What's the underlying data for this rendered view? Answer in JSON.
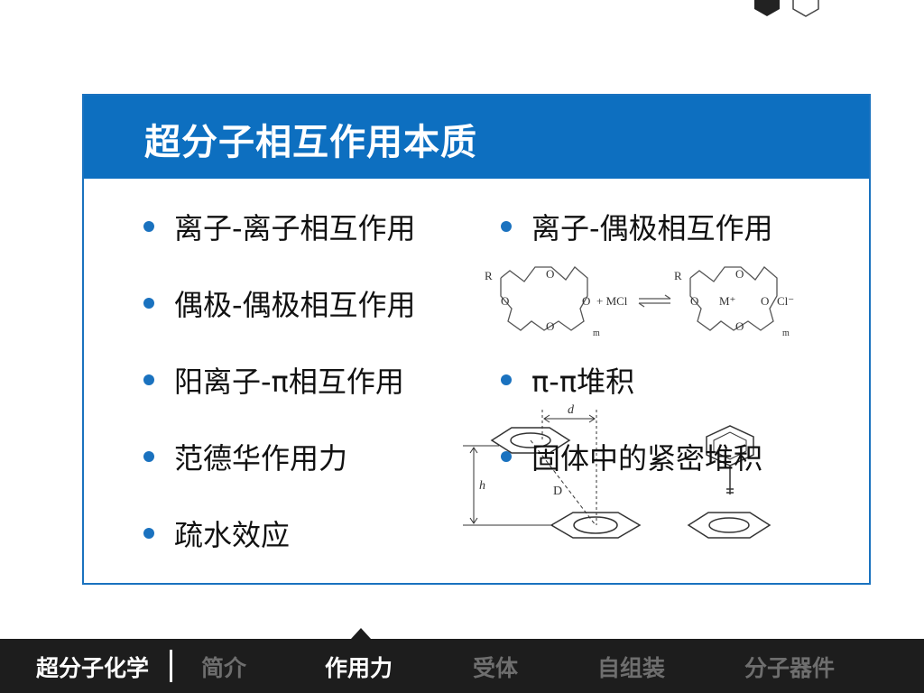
{
  "slide": {
    "title": "超分子相互作用本质"
  },
  "left_items": [
    "离子-离子相互作用",
    "偶极-偶极相互作用",
    "阳离子-π相互作用",
    "范德华作用力",
    "疏水效应"
  ],
  "right_items": [
    "离子-偶极相互作用",
    "π-π堆积",
    "固体中的紧密堆积"
  ],
  "crown_figure": {
    "r_left": "R",
    "r_right": "R",
    "o_label": "O",
    "reagent": "+ MCl",
    "metal": "M⁺",
    "chloride": "Cl⁻",
    "subscript": "m"
  },
  "stacking_figure": {
    "label_d": "d",
    "label_h": "h",
    "label_D": "D"
  },
  "nav": {
    "brand": "超分子化学",
    "items": [
      {
        "label": "简介",
        "active": false
      },
      {
        "label": "作用力",
        "active": true
      },
      {
        "label": "受体",
        "active": false
      },
      {
        "label": "自组装",
        "active": false
      },
      {
        "label": "分子器件",
        "active": false
      }
    ]
  },
  "colors": {
    "header_blue": "#0d6fc0",
    "bullet_blue": "#1a72bf",
    "nav_bg": "#1d1d1d",
    "nav_inactive": "#6e6e6e"
  }
}
